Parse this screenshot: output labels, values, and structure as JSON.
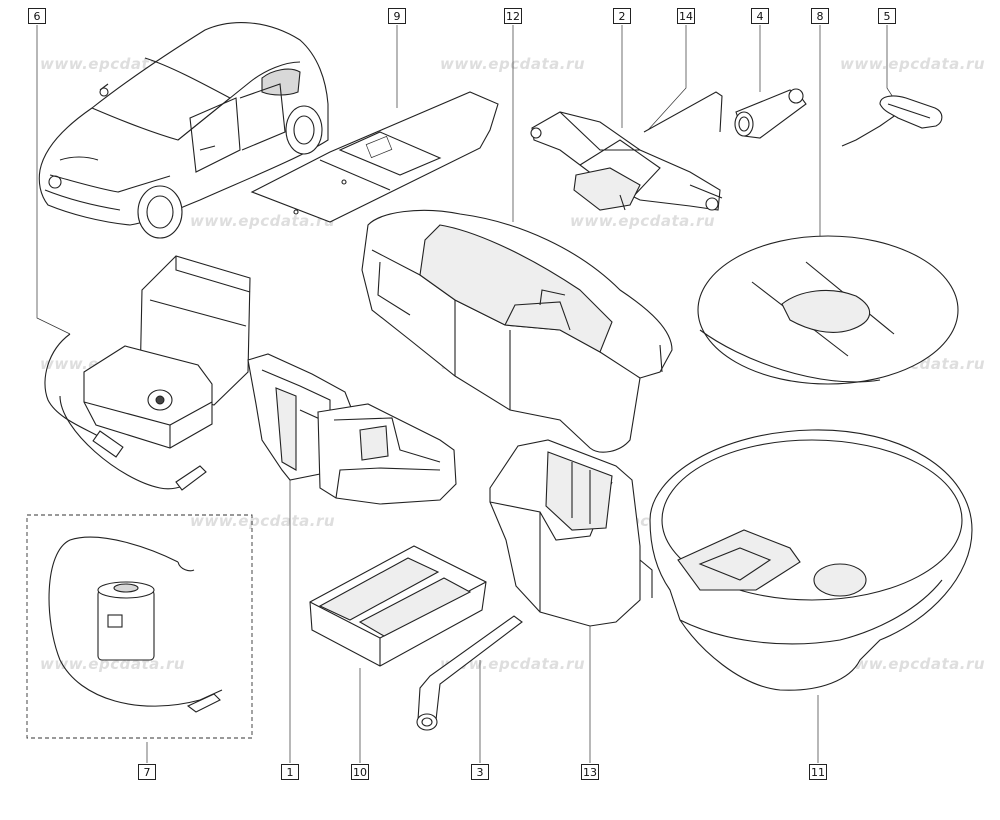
{
  "watermark": "www.epcdata.ru",
  "colors": {
    "line": "#222222",
    "watermark": "#dedede",
    "shade": "#d8d8d8"
  },
  "callouts": {
    "c1": "1",
    "c2": "2",
    "c3": "3",
    "c4": "4",
    "c5": "5",
    "c6": "6",
    "c7": "7",
    "c8": "8",
    "c9": "9",
    "c10": "10",
    "c11": "11",
    "c12": "12",
    "c13": "13",
    "c14": "14"
  }
}
